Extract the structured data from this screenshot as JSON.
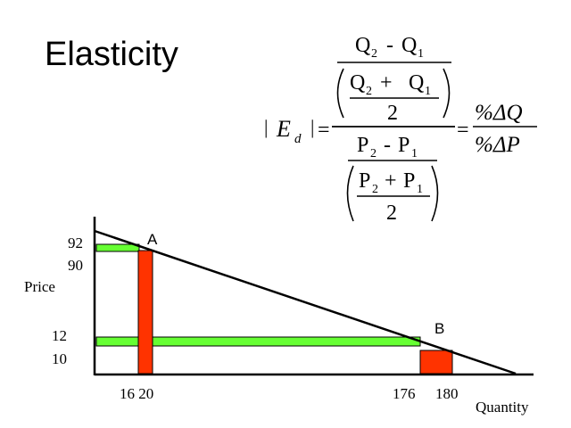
{
  "slide": {
    "title": "Elasticity"
  },
  "formula": {
    "lhs_bar_left": "|",
    "lhs_symbol": "E",
    "lhs_subscript": "d",
    "lhs_bar_right": "|",
    "equals_1": "=",
    "equals_2": "=",
    "q_num": {
      "a": "Q",
      "a_sub": "2",
      "op": "-",
      "b": "Q",
      "b_sub": "1"
    },
    "q_den": {
      "a": "Q",
      "a_sub": "2",
      "op": "+",
      "b": "Q",
      "b_sub": "1",
      "div": "2"
    },
    "p_num": {
      "a": "P",
      "a_sub": "2",
      "op": "-",
      "b": "P",
      "b_sub": "1"
    },
    "p_den": {
      "a": "P",
      "a_sub": "2",
      "op": "+",
      "b": "P",
      "b_sub": "1",
      "div": "2"
    },
    "rhs_num": "%ΔQ",
    "rhs_den": "%ΔP"
  },
  "graph": {
    "ylabel": "Price",
    "xlabel": "Quantity",
    "y_ticks": [
      "92",
      "90",
      "12",
      "10"
    ],
    "x_ticks": [
      "16 20",
      "176",
      "180"
    ],
    "point_a": {
      "label": "A",
      "price_old": 92,
      "price_new": 90,
      "qty_old": 16,
      "qty_new": 20
    },
    "point_b": {
      "label": "B",
      "price_old": 12,
      "price_new": 10,
      "qty_old": 176,
      "qty_new": 180
    },
    "colors": {
      "green": "#66ff33",
      "red": "#ff3300",
      "line": "#000000"
    }
  }
}
